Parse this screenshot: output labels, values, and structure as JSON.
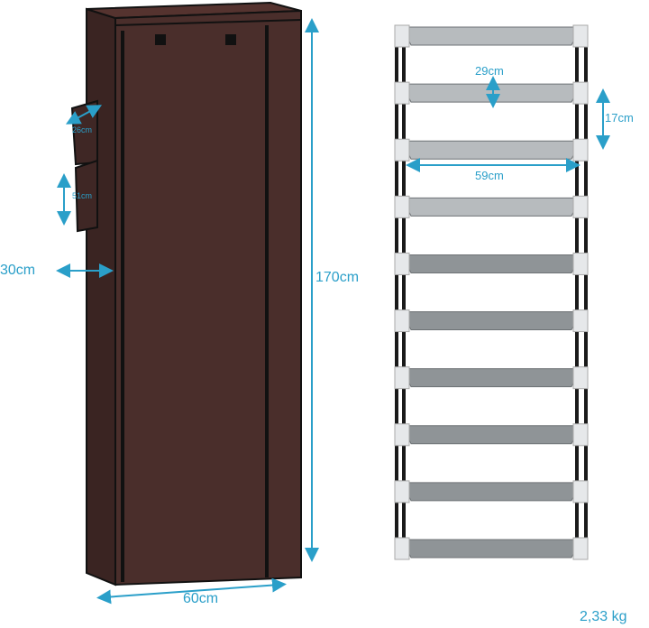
{
  "colors": {
    "accent": "#2a9fc9",
    "fabric": "#4a2e2b",
    "shelf": "#9ea3a6",
    "frame": "#1a1a1a"
  },
  "cabinet": {
    "pocket_width": "26cm",
    "pocket_height": "51cm",
    "depth": "30cm",
    "height": "170cm",
    "width": "60cm"
  },
  "rack": {
    "shelf_count": 10,
    "shelf_depth": "29cm",
    "shelf_spacing": "17cm",
    "shelf_width": "59cm"
  },
  "weight": "2,33 kg"
}
